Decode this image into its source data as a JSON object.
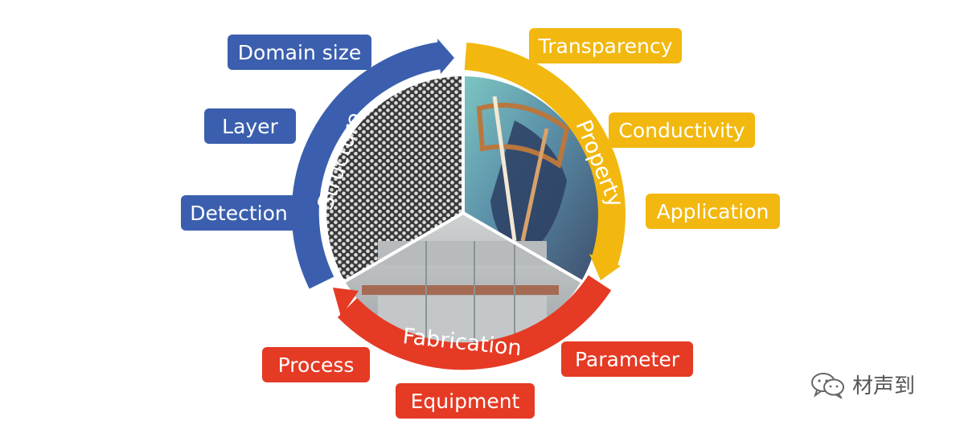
{
  "arcs": {
    "structure": "Structure",
    "property": "Property",
    "fabrication": "Fabrication"
  },
  "structure_items": [
    "Domain size",
    "Layer",
    "Detection"
  ],
  "property_items": [
    "Transparency",
    "Conductivity",
    "Application"
  ],
  "fabrication_items": [
    "Process",
    "Equipment",
    "Parameter"
  ],
  "watermark": {
    "text": "材声到",
    "icon": "wechat-icon"
  },
  "colors": {
    "structure": "#3b5fae",
    "property": "#f2b80f",
    "fabrication": "#e53a24"
  }
}
